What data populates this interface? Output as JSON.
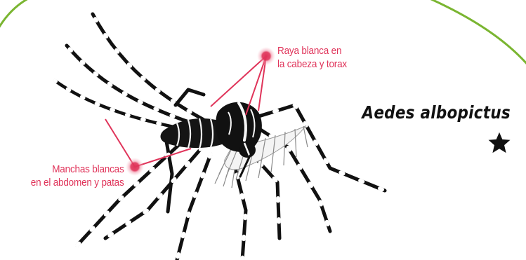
{
  "callouts": {
    "head_thorax": {
      "line1": "Raya blanca en",
      "line2": "la cabeza y torax"
    },
    "abdomen_legs": {
      "line1": "Manchas blancas",
      "line2": "en el abdomen y patas"
    }
  },
  "species": {
    "name": "Aedes albopictus",
    "marker_icon": "star-icon"
  },
  "colors": {
    "accent": "#e0345a",
    "border_arc": "#7ab531",
    "insect": "#111111"
  }
}
